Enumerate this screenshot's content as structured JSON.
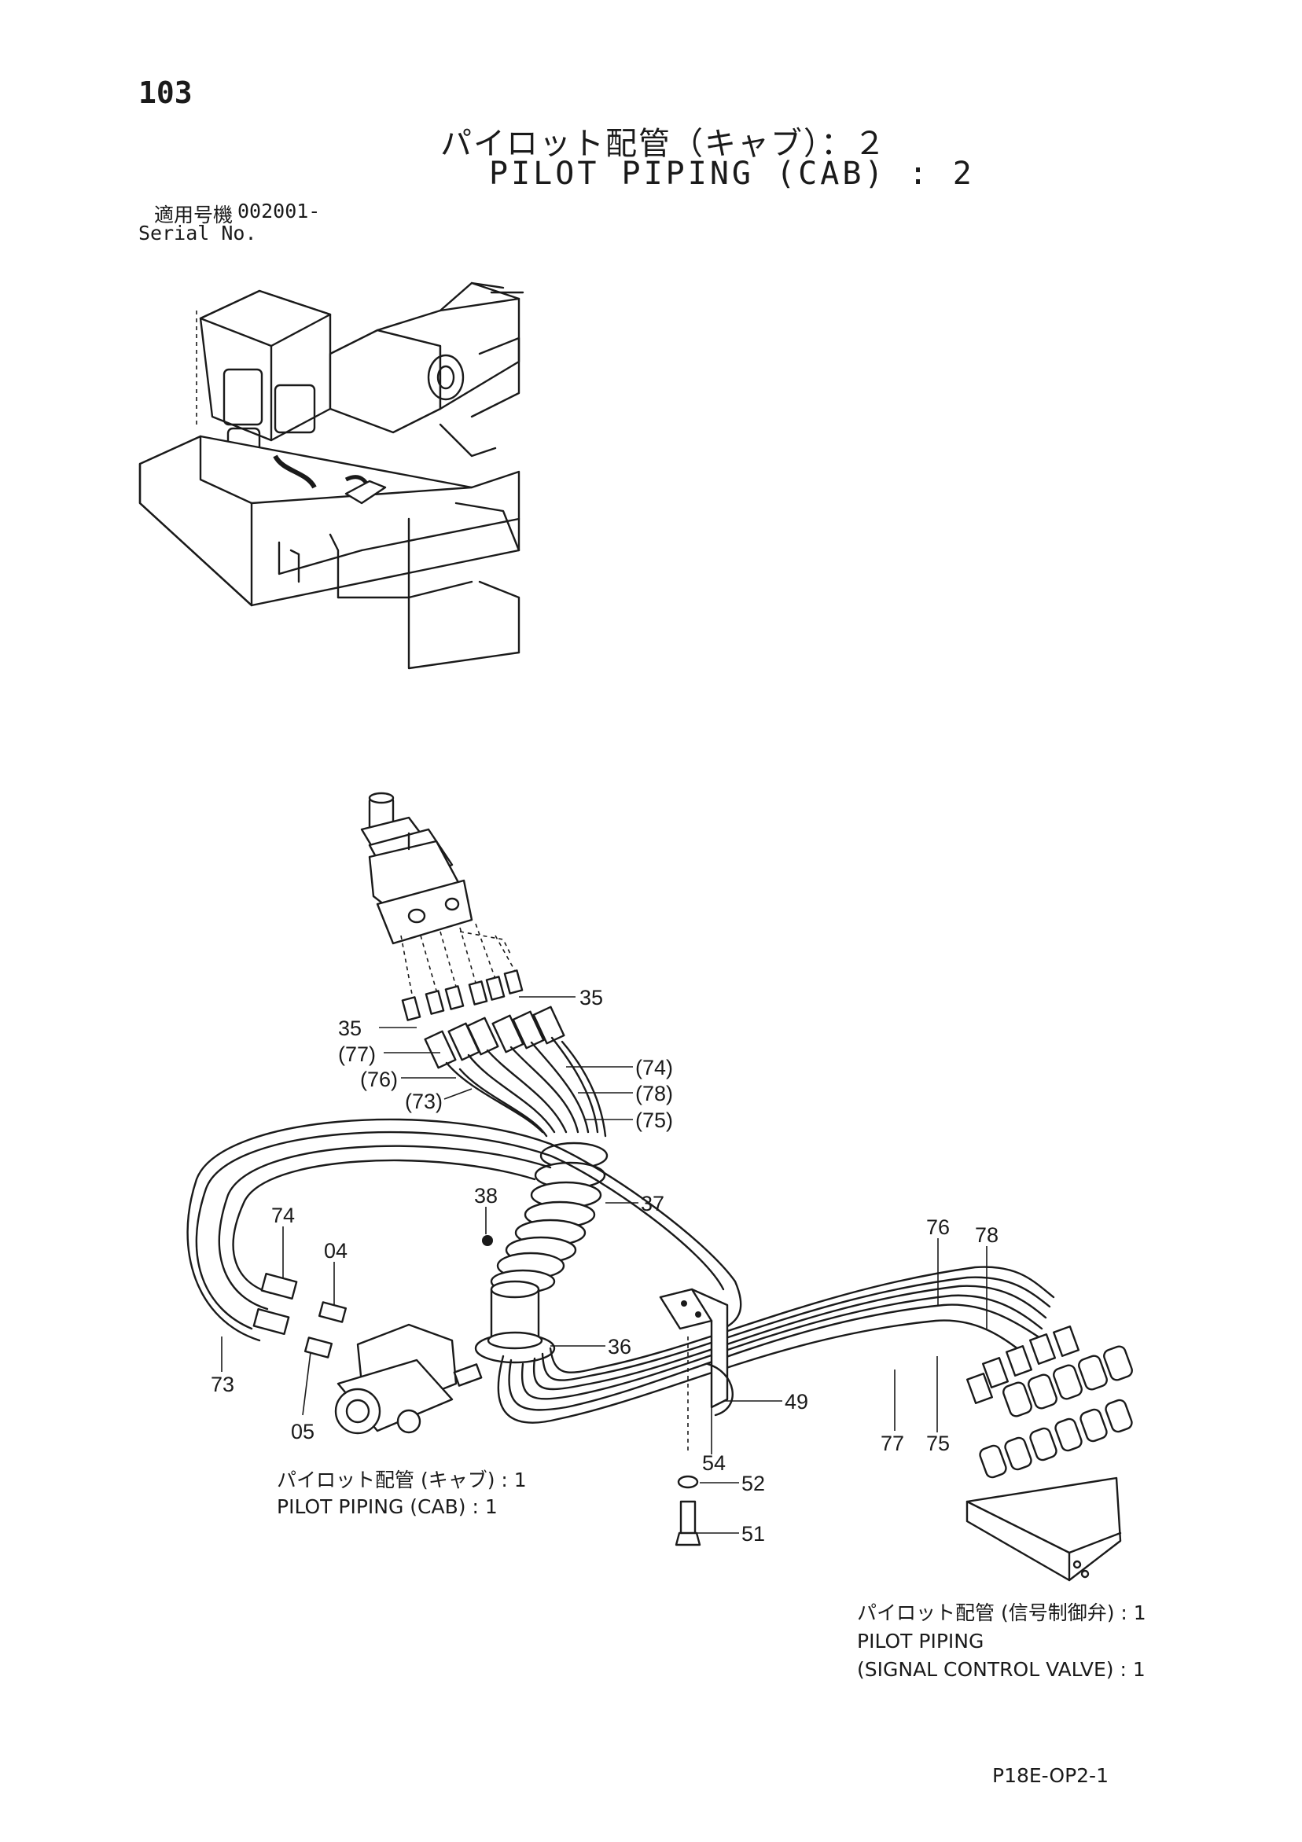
{
  "page_number": "103",
  "title_jp": "パイロット配管（キャブ）：２",
  "title_en": "PILOT PIPING (CAB) : 2",
  "serial_label_jp": "適用号機",
  "serial_range": "002001-",
  "serial_label_en": "Serial No.",
  "callouts": {
    "c35a": "35",
    "c35b": "35",
    "c77p": "(77)",
    "c76p": "(76)",
    "c73p": "(73)",
    "c74p": "(74)",
    "c78p": "(78)",
    "c75p": "(75)",
    "c37": "37",
    "c38": "38",
    "c74": "74",
    "c04": "04",
    "c73": "73",
    "c05": "05",
    "c36": "36",
    "c49": "49",
    "c54": "54",
    "c52": "52",
    "c51": "51",
    "c76": "76",
    "c78": "78",
    "c77": "77",
    "c75": "75"
  },
  "ref_cab1": {
    "jp": "パイロット配管 (キャブ) : 1",
    "en": "PILOT  PIPING (CAB) : 1"
  },
  "ref_scv": {
    "jp": "パイロット配管 (信号制御弁) : 1",
    "en1": "PILOT  PIPING",
    "en2": "(SIGNAL  CONTROL  VALVE) : 1"
  },
  "doc_code": "P18E-OP2-1"
}
